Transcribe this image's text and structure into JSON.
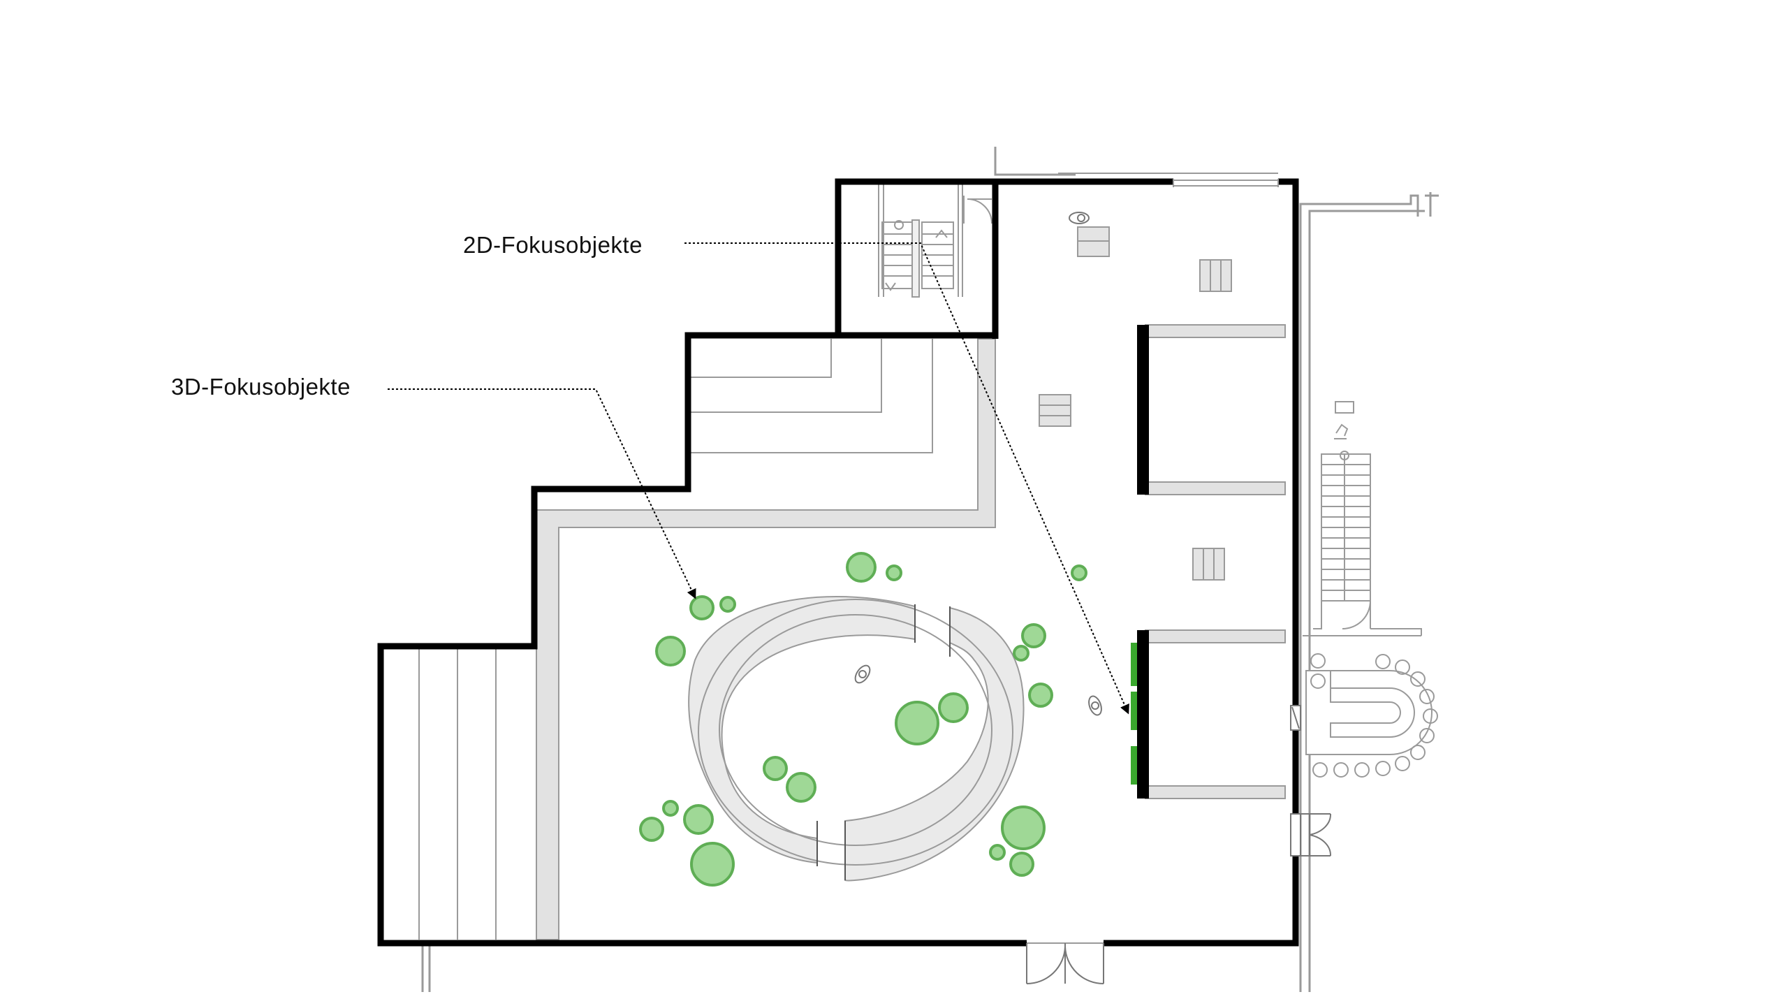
{
  "annotations": {
    "focus_2d": "2D-Fokusobjekte",
    "focus_3d": "3D-Fokusobjekte"
  },
  "colors": {
    "background": "#ffffff",
    "wall": "#000000",
    "thin_line": "#9a9a9a",
    "band_fill": "#e2e2e2",
    "ring_fill": "#eaeaea",
    "focus_green_fill": "#9fd896",
    "focus_green_stroke": "#5fae55",
    "focus_2d_panel": "#3aa82e"
  },
  "legend_items": [
    {
      "id": "focus_2d",
      "marker": "green-wall-panel"
    },
    {
      "id": "focus_3d",
      "marker": "green-circle"
    }
  ]
}
